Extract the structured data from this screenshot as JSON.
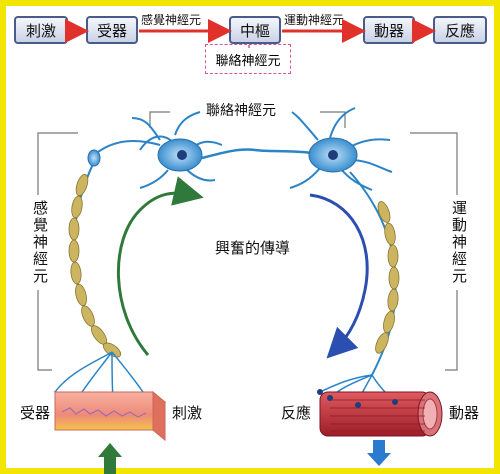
{
  "flow": {
    "stimulus": "刺激",
    "receptor": "受器",
    "sensory_neuron": "感覺神經元",
    "center": "中樞",
    "motor_neuron": "運動神經元",
    "effector": "動器",
    "response": "反應",
    "interneuron": "聯絡神經元"
  },
  "diagram": {
    "interneuron_label": "聯絡神經元",
    "sensory_label": "感覺神經元",
    "motor_label": "運動神經元",
    "conduction_label": "興奮的傳導",
    "receptor_label": "受器",
    "stimulus_label": "刺激",
    "response_label": "反應",
    "effector_label": "動器"
  },
  "colors": {
    "frame": "#f2e600",
    "flow_arrow": "#e0322a",
    "green_arrow": "#2f7a3a",
    "blue_arrow": "#2a4fb0",
    "neuron": "#2a84c8",
    "myelin": "#c8b15a",
    "muscle": "#c8323a",
    "skin": "#f08a78"
  }
}
